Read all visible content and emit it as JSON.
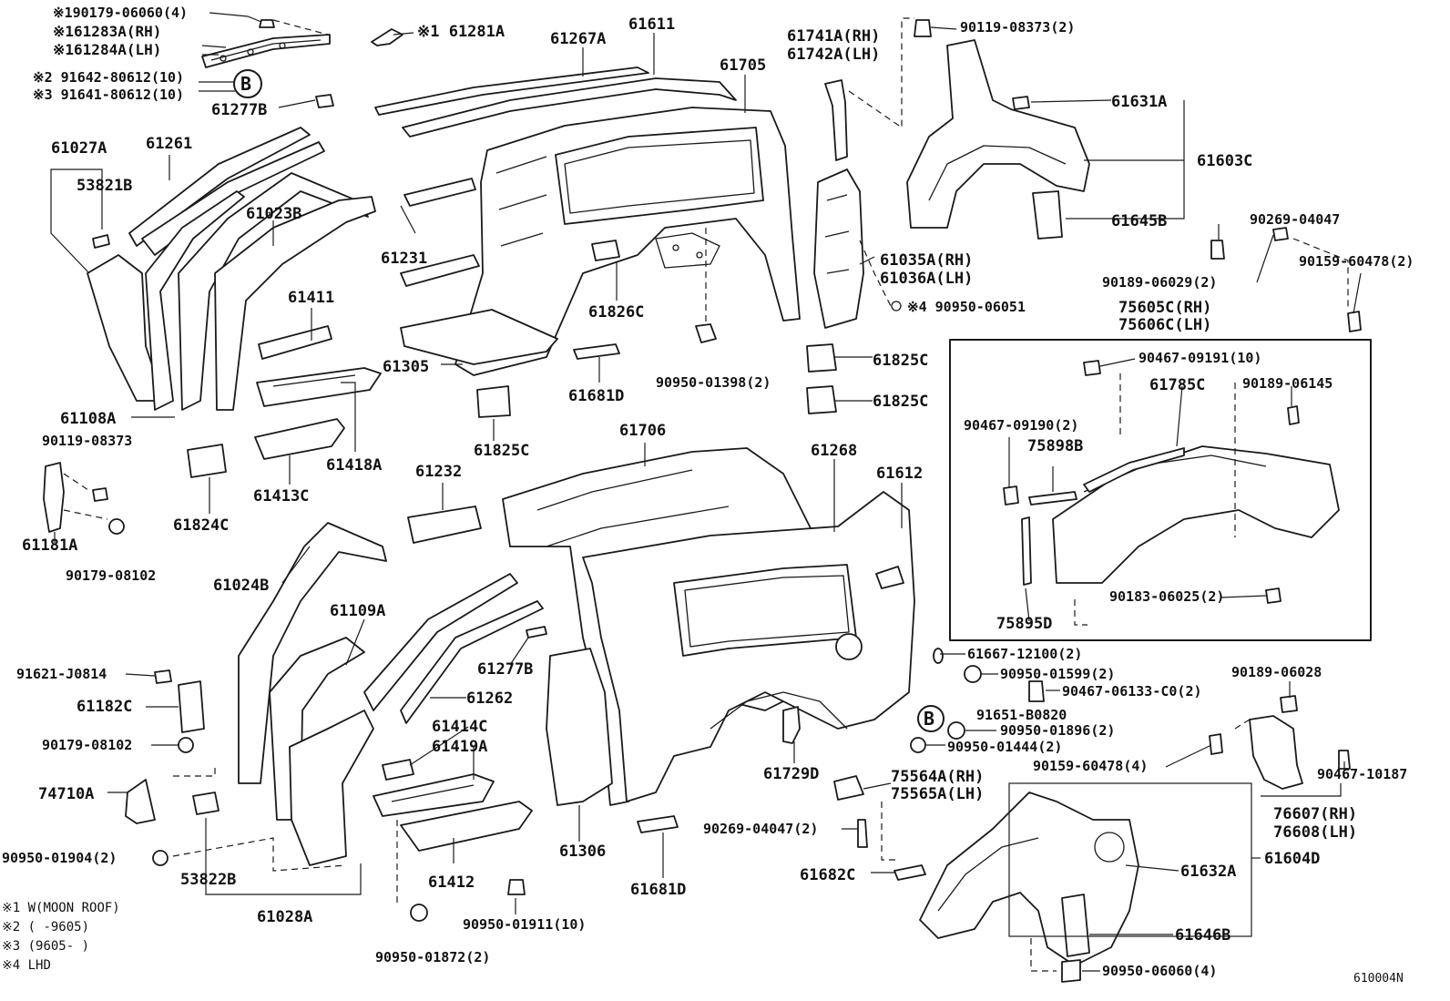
{
  "header_marks": {
    "mark_b": "B"
  },
  "part_labels": [
    "※190179-06060(4)",
    "※161283A(RH)",
    "※161284A(LH)",
    "※2 91642-80612(10)",
    "※3 91641-80612(10)",
    "61277B",
    "※1 61281A",
    "61267A",
    "61611",
    "61705",
    "61741A(RH)",
    "61742A(LH)",
    "90119-08373(2)",
    "61631A",
    "61603C",
    "61645B",
    "61027A",
    "61261",
    "53821B",
    "61023B",
    "61231",
    "61411",
    "61305",
    "61108A",
    "61826C",
    "61681D",
    "90950-01398(2)",
    "61035A(RH)",
    "61036A(LH)",
    "※4 90950-06051",
    "61825C",
    "61825C",
    "61825C",
    "61418A",
    "61413C",
    "90119-08373",
    "61824C",
    "61181A",
    "90179-08102",
    "90269-04047",
    "90189-06029(2)",
    "90159-60478(2)",
    "75605C(RH)",
    "75606C(LH)",
    "90467-09191(10)",
    "61785C",
    "90189-06145",
    "90467-09190(2)",
    "75898B",
    "90183-06025(2)",
    "75895D",
    "61706",
    "61268",
    "61612",
    "61232",
    "61024B",
    "61109A",
    "61277B",
    "61262",
    "61414C",
    "61419A",
    "91621-J0814",
    "61182C",
    "90179-08102",
    "74710A",
    "90950-01904(2)",
    "53822B",
    "61028A",
    "61412",
    "90950-01911(10)",
    "90950-01872(2)",
    "61306",
    "61681D",
    "61729D",
    "61667-12100(2)",
    "90950-01599(2)",
    "90467-06133-C0(2)",
    "91651-B0820",
    "90950-01896(2)",
    "90950-01444(2)",
    "75564A(RH)",
    "75565A(LH)",
    "90269-04047(2)",
    "61682C",
    "90189-06028",
    "90159-60478(4)",
    "90467-10187",
    "76607(RH)",
    "76608(LH)",
    "61604D",
    "61632A",
    "61646B",
    "90950-06060(4)"
  ],
  "footnotes": [
    "※1 W(MOON ROOF)",
    "※2 (     -9605)",
    "※3 (9605-     )",
    "※4 LHD"
  ],
  "figure_code": "610004N"
}
